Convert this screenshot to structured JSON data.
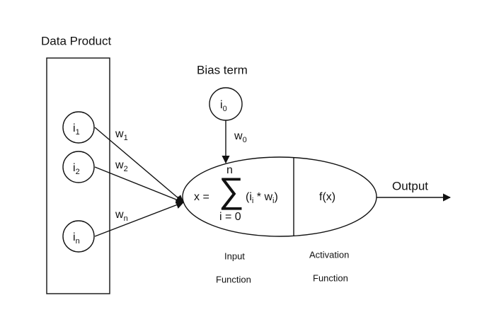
{
  "diagram": {
    "data_product_label": "Data Product",
    "bias_term_label": "Bias term",
    "output_label": "Output",
    "input_function_line1": "Input",
    "input_function_line2": "Function",
    "activation_function_line1": "Activation",
    "activation_function_line2": "Function",
    "inputs": [
      {
        "base": "i",
        "sub": "1"
      },
      {
        "base": "i",
        "sub": "2"
      },
      {
        "base": "i",
        "sub": "n"
      }
    ],
    "weights": [
      {
        "base": "w",
        "sub": "1"
      },
      {
        "base": "w",
        "sub": "2"
      },
      {
        "base": "w",
        "sub": "n"
      }
    ],
    "bias_input": {
      "base": "i",
      "sub": "0"
    },
    "bias_weight": {
      "base": "w",
      "sub": "0"
    },
    "sum": {
      "lhs": "x =",
      "upper_limit": "n",
      "lower_limit": "i = 0",
      "symbol": "∑",
      "term_open": "(i",
      "term_sub1": "i",
      "term_mid": " * w",
      "term_sub2": "i",
      "term_close": ")"
    },
    "activation_expr": "f(x)"
  }
}
